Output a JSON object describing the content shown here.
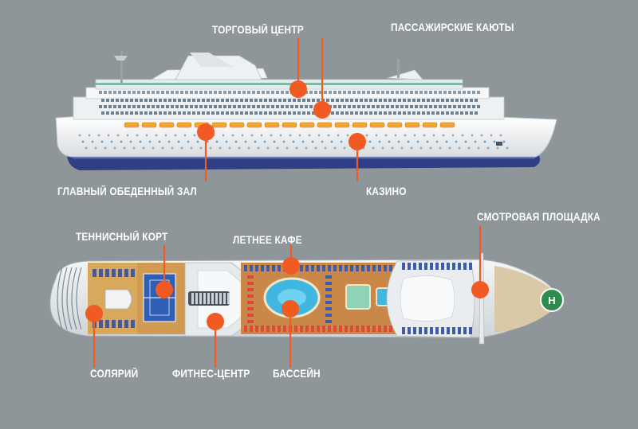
{
  "colors": {
    "background": "#8e969a",
    "marker": "#f15a22",
    "hull_white": "#f2f4f5",
    "hull_blue": "#2e3f86",
    "label": "#ffffff"
  },
  "side_view": {
    "labels": {
      "shopping_center": "ТОРГОВЫЙ ЦЕНТР",
      "passenger_cabins": "ПАССАЖИРСКИЕ КАЮТЫ",
      "main_dining_hall": "ГЛАВНЫЙ ОБЕДЕННЫЙ ЗАЛ",
      "casino": "КАЗИНО"
    }
  },
  "top_view": {
    "labels": {
      "tennis_court": "ТЕННИСНЫЙ КОРТ",
      "summer_cafe": "ЛЕТНЕЕ КАФЕ",
      "observation_deck": "СМОТРОВАЯ ПЛОЩАДКА",
      "solarium": "СОЛЯРИЙ",
      "fitness_center": "ФИТНЕС-ЦЕНТР",
      "pool": "БАССЕЙН"
    },
    "helipad_letter": "H"
  }
}
